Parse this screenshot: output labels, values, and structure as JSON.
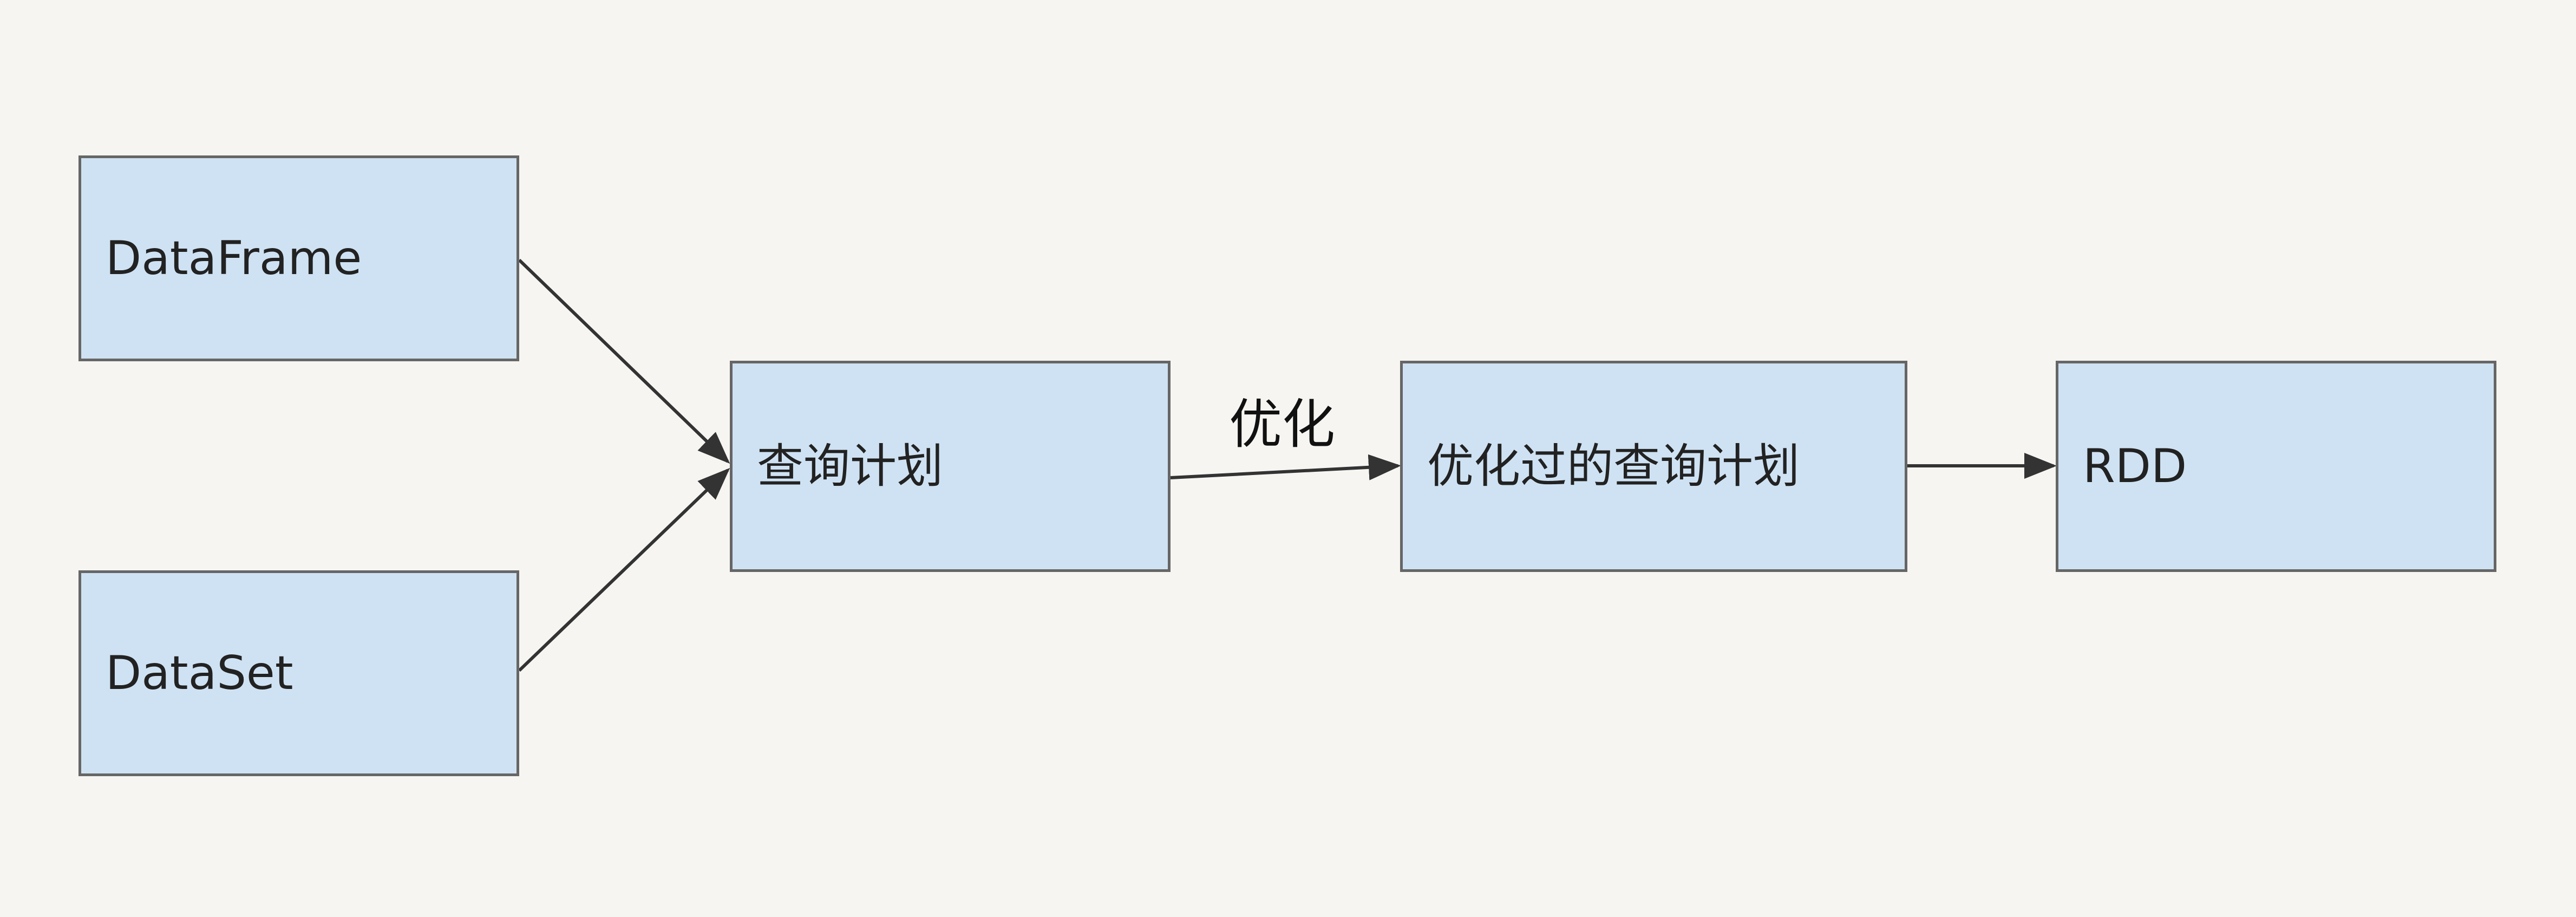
{
  "nodes": {
    "dataframe": "DataFrame",
    "dataset": "DataSet",
    "query_plan": "查询计划",
    "optimized_plan": "优化过的查询计划",
    "rdd": "RDD"
  },
  "edges": {
    "optimize_label": "优化"
  },
  "colors": {
    "background": "#f6f5f2",
    "node_fill": "#cfe2f3",
    "node_border": "#666666",
    "edge": "#333333"
  }
}
